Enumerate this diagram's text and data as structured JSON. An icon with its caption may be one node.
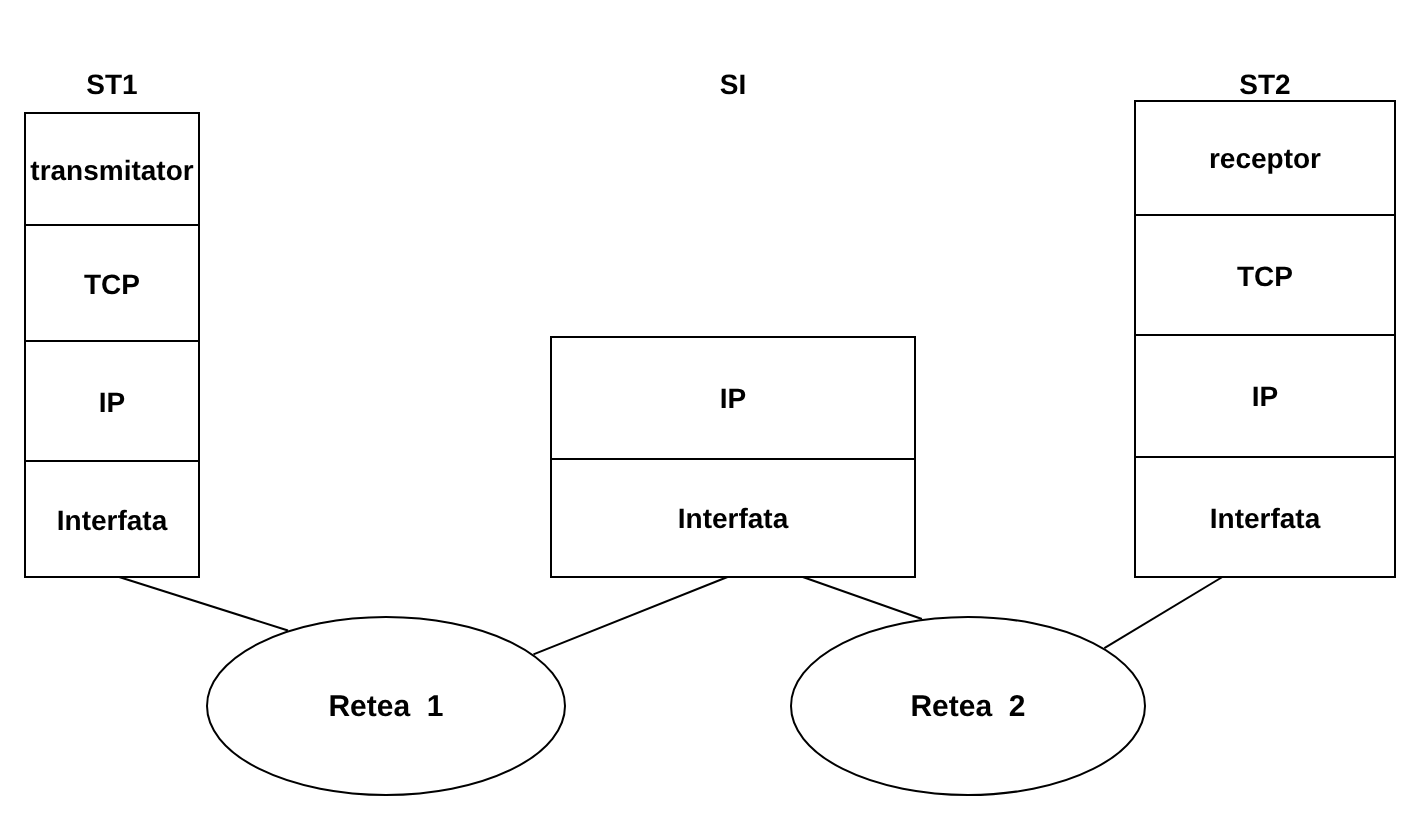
{
  "diagram": {
    "nodes": [
      {
        "text": [
          "ST1"
        ]
      },
      {
        "text": [
          "transmitator"
        ],
        "in": 0
      },
      {
        "text": [
          "TCP"
        ],
        "in": 0
      },
      {
        "text": [
          "IP"
        ],
        "in": 0
      },
      {
        "text": [
          "Interfata"
        ],
        "in": 0
      },
      {
        "text": [
          "SI"
        ]
      },
      {
        "text": [
          "IP"
        ],
        "in": 5
      },
      {
        "text": [
          "Interfata"
        ],
        "in": 5
      },
      {
        "text": [
          "ST2"
        ]
      },
      {
        "text": [
          "receptor"
        ],
        "in": 8
      },
      {
        "text": [
          "TCP"
        ],
        "in": 8
      },
      {
        "text": [
          "IP"
        ],
        "in": 8
      },
      {
        "text": [
          "Interfata"
        ],
        "in": 8
      },
      {
        "text": [
          "Retea  1"
        ]
      },
      {
        "text": [
          "Retea  2"
        ]
      }
    ],
    "edges": [
      {
        "from": 4,
        "to": 13,
        "arrow": "none"
      },
      {
        "from": 7,
        "to": 13,
        "arrow": "none"
      },
      {
        "from": 7,
        "to": 14,
        "arrow": "none"
      },
      {
        "from": 12,
        "to": 14,
        "arrow": "none"
      }
    ]
  }
}
